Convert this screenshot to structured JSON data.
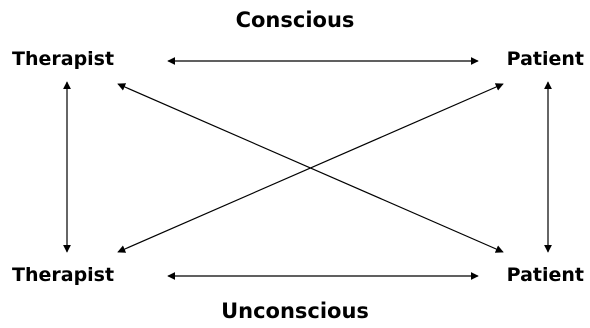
{
  "labels": {
    "top": "Conscious",
    "bottom": "Unconscious"
  },
  "nodes": {
    "therapist_top": "Therapist",
    "patient_top": "Patient",
    "therapist_bottom": "Therapist",
    "patient_bottom": "Patient"
  },
  "colors": {
    "ink": "#000000",
    "background": "#ffffff"
  }
}
